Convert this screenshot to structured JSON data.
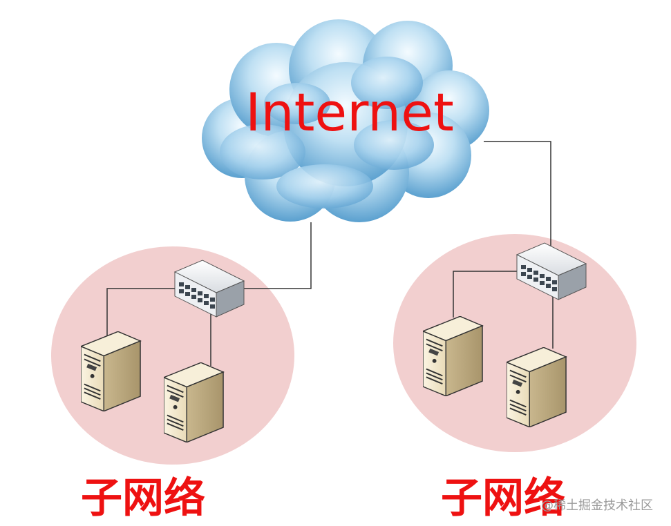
{
  "cloud": {
    "label": "Internet"
  },
  "subnets": [
    {
      "label": "子网络"
    },
    {
      "label": "子网络"
    }
  ],
  "watermark": "@稀土掘金技术社区",
  "colors": {
    "label_red": "#ee1111",
    "subnet_fill": "#f2cfcf",
    "cloud_light": "#dff1fb",
    "cloud_dark": "#5aa0cf",
    "link_line": "#333333",
    "server_body": "#efe3c6"
  },
  "icons": [
    "cloud-icon",
    "switch-icon",
    "server-icon"
  ]
}
